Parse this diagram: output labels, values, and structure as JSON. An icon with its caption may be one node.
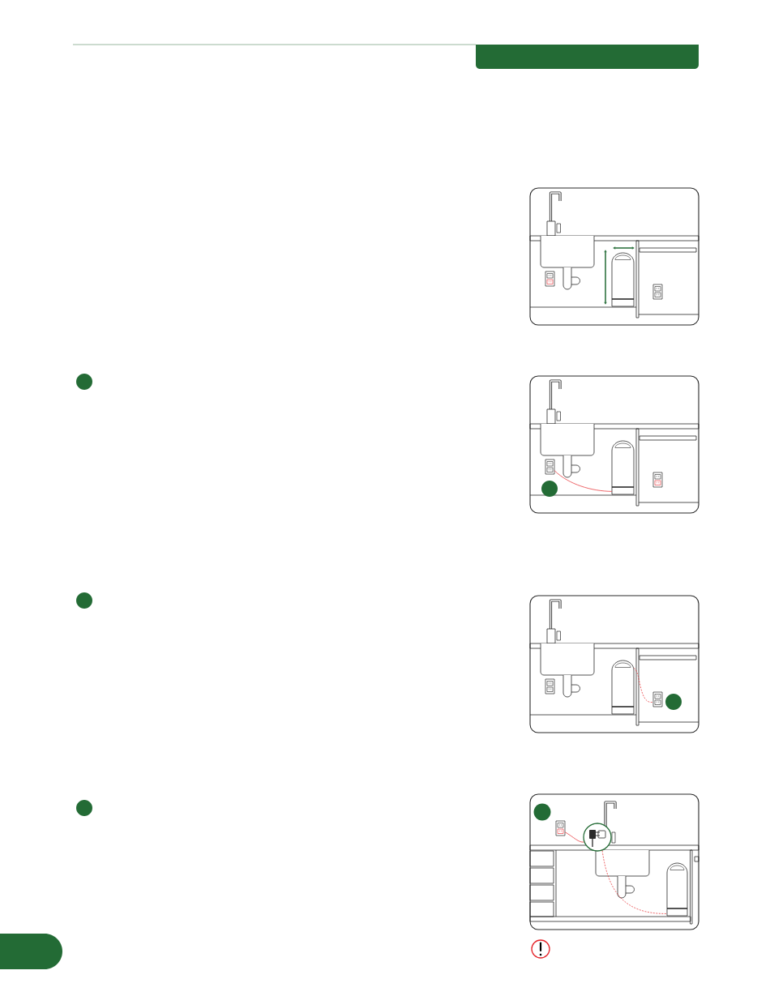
{
  "diagram": {
    "nodes": [
      {
        "text": [],
        "shape": "picture"
      },
      {
        "text": [],
        "shape": "picture"
      },
      {
        "text": [],
        "shape": "picture"
      },
      {
        "text": [],
        "shape": "picture"
      },
      {
        "text": [],
        "shape": "picture"
      },
      {
        "text": [],
        "shape": "picture"
      },
      {
        "text": [],
        "shape": "picture"
      },
      {
        "text": [],
        "shape": "picture"
      },
      {
        "text": [],
        "shape": "picture"
      },
      {
        "text": [],
        "shape": "picture"
      },
      {
        "text": [],
        "shape": "picture"
      },
      {
        "text": [],
        "shape": "picture"
      }
    ],
    "edges": [
      {
        "from": 3,
        "to": 4,
        "arrow": "none"
      },
      {
        "from": 7,
        "to": 8,
        "arrow": "none",
        "style": "dashed"
      },
      {
        "from": 9,
        "to": 10,
        "arrow": "none"
      },
      {
        "from": 10,
        "to": 11,
        "arrow": "none",
        "style": "dashed"
      }
    ]
  }
}
